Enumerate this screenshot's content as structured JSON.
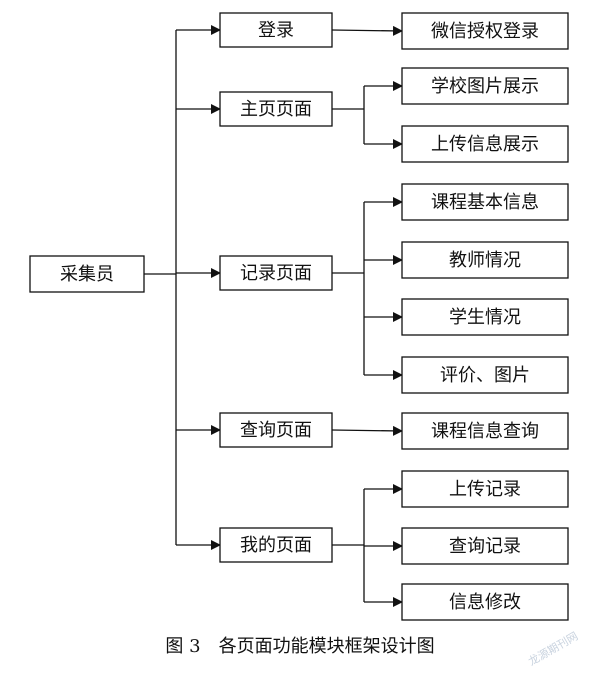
{
  "diagram": {
    "root": {
      "label": "采集员"
    },
    "pages": [
      {
        "label": "登录",
        "children": [
          {
            "label": "微信授权登录"
          }
        ]
      },
      {
        "label": "主页页面",
        "children": [
          {
            "label": "学校图片展示"
          },
          {
            "label": "上传信息展示"
          }
        ]
      },
      {
        "label": "记录页面",
        "children": [
          {
            "label": "课程基本信息"
          },
          {
            "label": "教师情况"
          },
          {
            "label": "学生情况"
          },
          {
            "label": "评价、图片"
          }
        ]
      },
      {
        "label": "查询页面",
        "children": [
          {
            "label": "课程信息查询"
          }
        ]
      },
      {
        "label": "我的页面",
        "children": [
          {
            "label": "上传记录"
          },
          {
            "label": "查询记录"
          },
          {
            "label": "信息修改"
          }
        ]
      }
    ],
    "caption": "图 3　各页面功能模块框架设计图",
    "watermark": "龙源期刊网",
    "colors": {
      "line": "#111111",
      "text": "#111111"
    }
  }
}
